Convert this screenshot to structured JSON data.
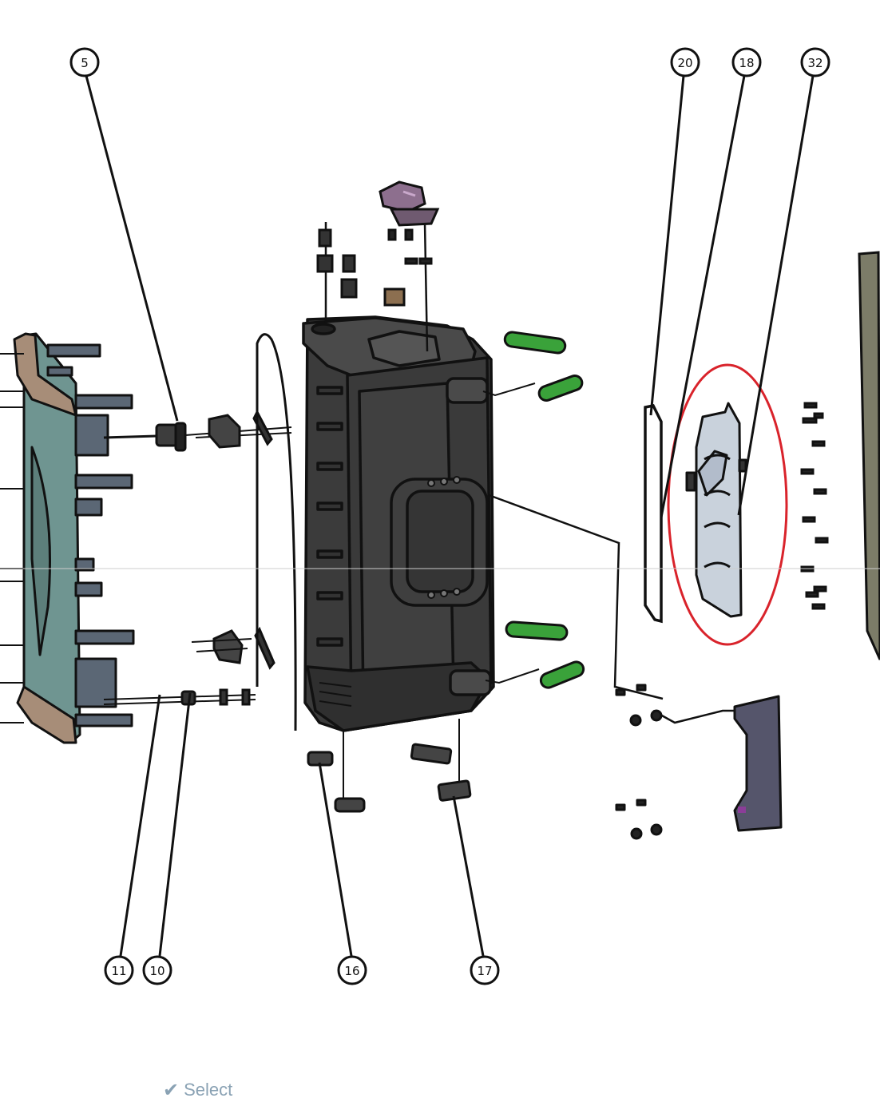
{
  "callouts": {
    "c5": "5",
    "c20": "20",
    "c18": "18",
    "c32": "32",
    "c11": "11",
    "c10": "10",
    "c16": "16",
    "c17": "17"
  },
  "highlight_color": "#d9232b",
  "select_label": "Select",
  "select_icon": "check-icon"
}
